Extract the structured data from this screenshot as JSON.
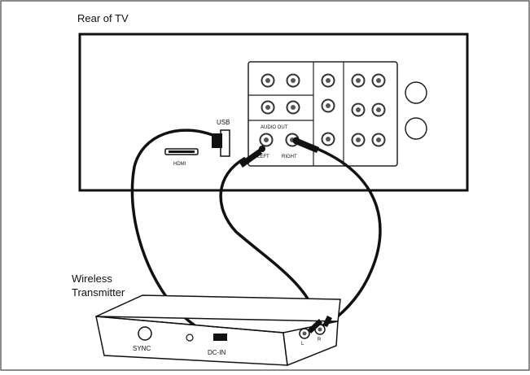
{
  "tv": {
    "title": "Rear of TV",
    "usb_label": "USB",
    "hdmi_label": "HDMI",
    "audio_out_label": "AUDIO OUT",
    "left_label": "LEFT",
    "right_label": "RIGHT"
  },
  "transmitter": {
    "title_line1": "Wireless",
    "title_line2": "Transmitter",
    "sync_label": "SYNC",
    "dcin_label": "DC-IN",
    "l_label": "L",
    "r_label": "R"
  },
  "colors": {
    "line": "#111111",
    "jack": "#555555",
    "background": "#ffffff"
  }
}
